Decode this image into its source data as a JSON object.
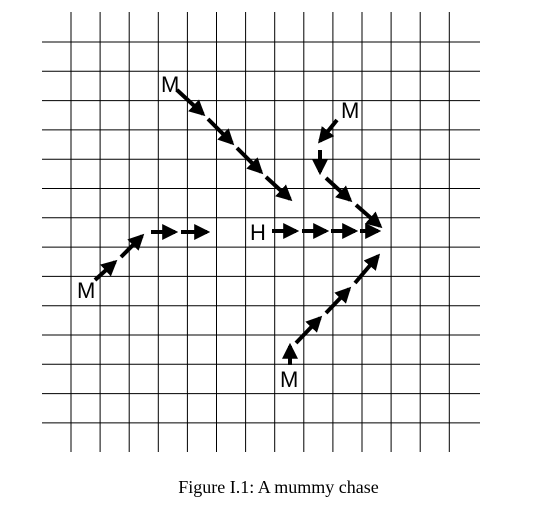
{
  "diagram": {
    "caption": "Figure I.1: A mummy chase",
    "labels": {
      "mummy_top": "M",
      "mummy_top_right": "M",
      "mummy_left": "M",
      "mummy_bottom": "M",
      "hero": "H"
    }
  }
}
